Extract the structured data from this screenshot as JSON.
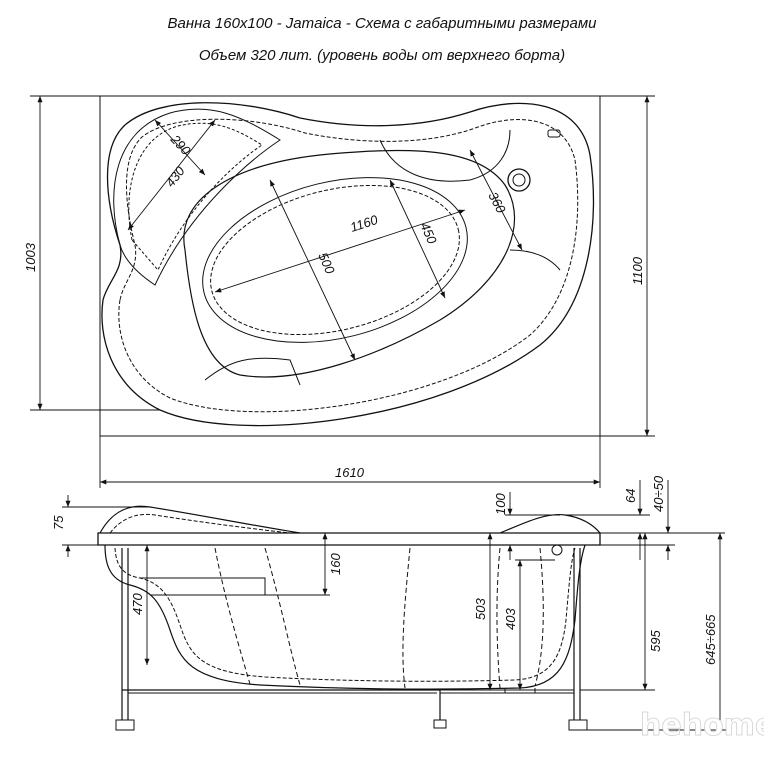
{
  "header": {
    "title": "Ванна 160х100 - Jamaica - Схема с габаритными размерами",
    "subtitle": "Объем 320 лит. (уровень воды от верхнего борта)"
  },
  "top_view": {
    "dims": {
      "d290": "290",
      "d430": "430",
      "d1160": "1160",
      "d450": "450",
      "d500": "500",
      "d360": "360",
      "d1003": "1003",
      "d1100": "1100",
      "d1610": "1610"
    }
  },
  "side_view": {
    "dims": {
      "d75": "75",
      "d100": "100",
      "d64": "64",
      "d40_50": "40÷50",
      "d160": "160",
      "d470": "470",
      "d503": "503",
      "d403": "403",
      "d595": "595",
      "d645_665": "645÷665"
    }
  },
  "watermark": "hehome",
  "colors": {
    "line": "#111111",
    "dashed": "#333333",
    "background": "#ffffff"
  }
}
